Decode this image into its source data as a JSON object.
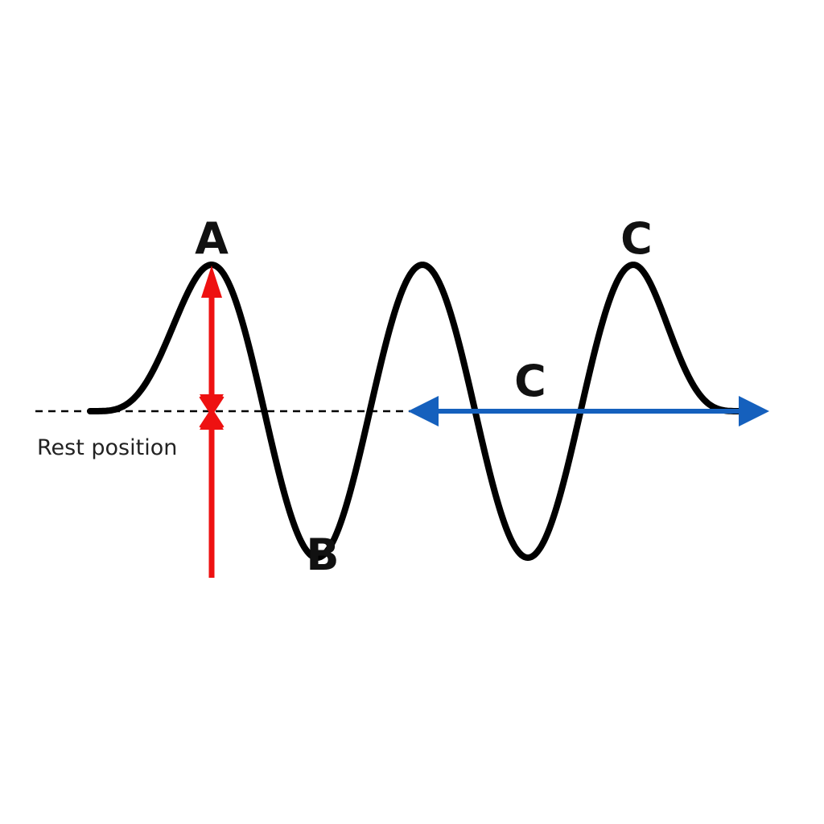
{
  "labels": {
    "crest": "A",
    "trough": "B",
    "wavelength": "C",
    "crest_right": "C",
    "rest_position": "Rest position"
  },
  "colors": {
    "wave": "#000000",
    "rest_line": "#000000",
    "amplitude_arrow": "#ee1111",
    "wavelength_arrow": "#1560bd",
    "text": "#111111"
  }
}
